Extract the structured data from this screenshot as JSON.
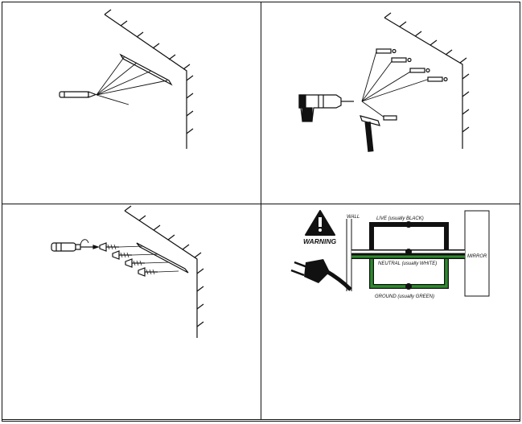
{
  "warning_panel": {
    "warning_label": "WARNING",
    "wall_label": "WALL",
    "mirror_label": "MIRROR",
    "live_label": "LIVE (usually BLACK)",
    "neutral_label": "NEUTRAL (usually WHITE)",
    "ground_label": "GROUND (usually GREEN)"
  },
  "colors": {
    "live_wire": "#111111",
    "neutral_wire": "#ffffff",
    "ground_wire": "#2d8a2d",
    "line": "#111111"
  },
  "icons": [
    "warning-triangle-icon",
    "power-plug-icon",
    "drill-icon",
    "hammer-icon",
    "screwdriver-icon"
  ]
}
